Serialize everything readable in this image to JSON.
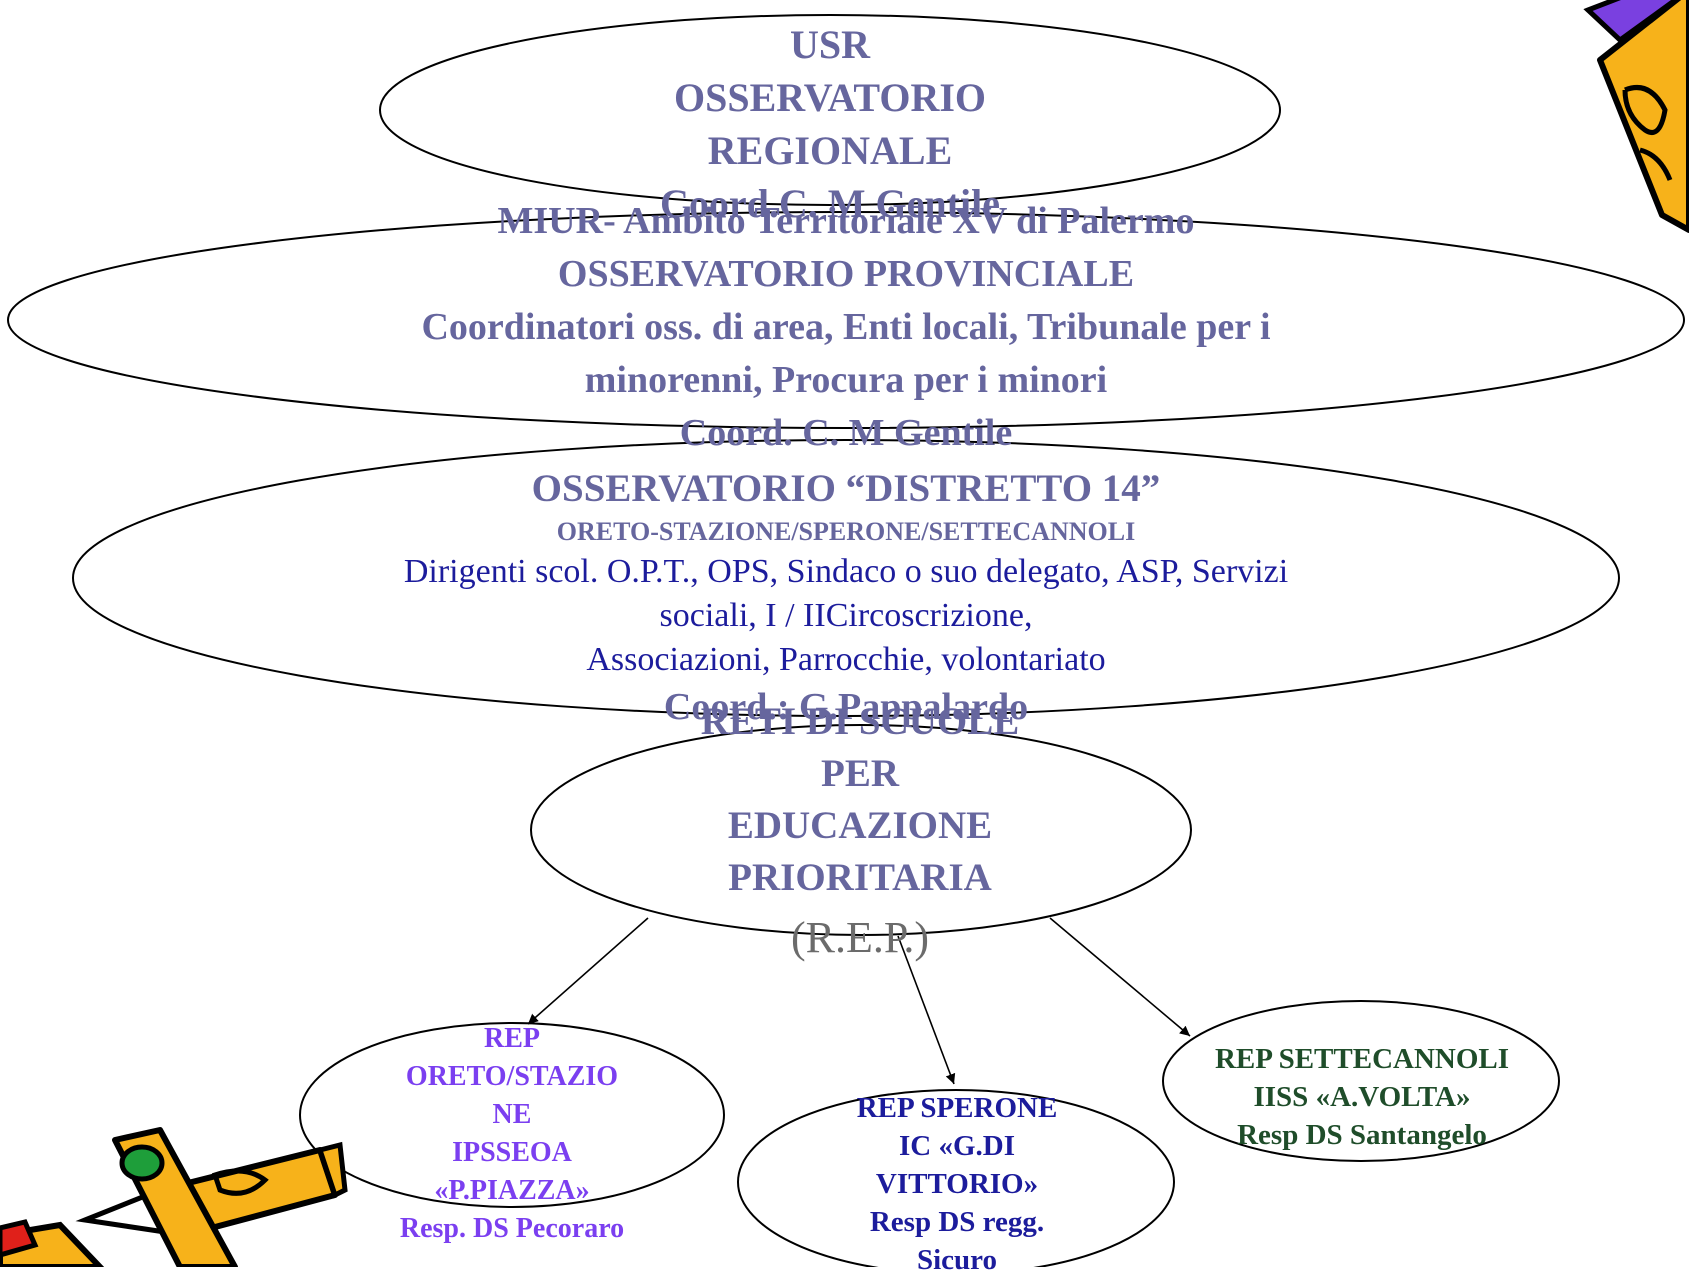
{
  "diagram": {
    "usr": {
      "lines": [
        "USR",
        "OSSERVATORIO",
        "REGIONALE",
        "Coord.C. M Gentile"
      ]
    },
    "provinciale": {
      "lines": [
        "MIUR- Ambito Territoriale XV di Palermo",
        "OSSERVATORIO PROVINCIALE",
        "Coordinatori oss. di area, Enti locali, Tribunale per i",
        "minorenni, Procura per i minori",
        "Coord. C. M Gentile"
      ]
    },
    "distretto": {
      "title": "OSSERVATORIO “DISTRETTO 14”",
      "subtitle": "ORETO-STAZIONE/SPERONE/SETTECANNOLI",
      "lines": [
        "Dirigenti scol. O.P.T., OPS, Sindaco o suo delegato, ASP, Servizi",
        "sociali, I / IICircoscrizione,",
        "Associazioni, Parrocchie, volontariato",
        "Coord.: G.Pappalardo"
      ]
    },
    "rep": {
      "lines": [
        "RETI  DI  SCUOLE",
        "PER",
        "EDUCAZIONE",
        "PRIORITARIA"
      ],
      "abbr": "(R.E.P.)"
    },
    "oreto": {
      "lines": [
        "REP",
        "ORETO/STAZIO",
        "NE",
        "IPSSEOA",
        "«P.PIAZZA»",
        "Resp. DS Pecoraro"
      ]
    },
    "sperone": {
      "lines": [
        "REP SPERONE",
        "IC «G.DI",
        "VITTORIO»",
        "Resp DS regg.",
        "Sicuro"
      ]
    },
    "settecannoli": {
      "lines": [
        "REP SETTECANNOLI",
        "IISS «A.VOLTA»",
        "Resp DS Santangelo"
      ]
    }
  },
  "colors": {
    "slate": "#66669e",
    "navy": "#1c1c9c",
    "purple": "#7b3ff0",
    "green": "#1f4d2a"
  },
  "icons": [
    "pencil-icon-top-right",
    "pencil-icon-bottom-left"
  ]
}
